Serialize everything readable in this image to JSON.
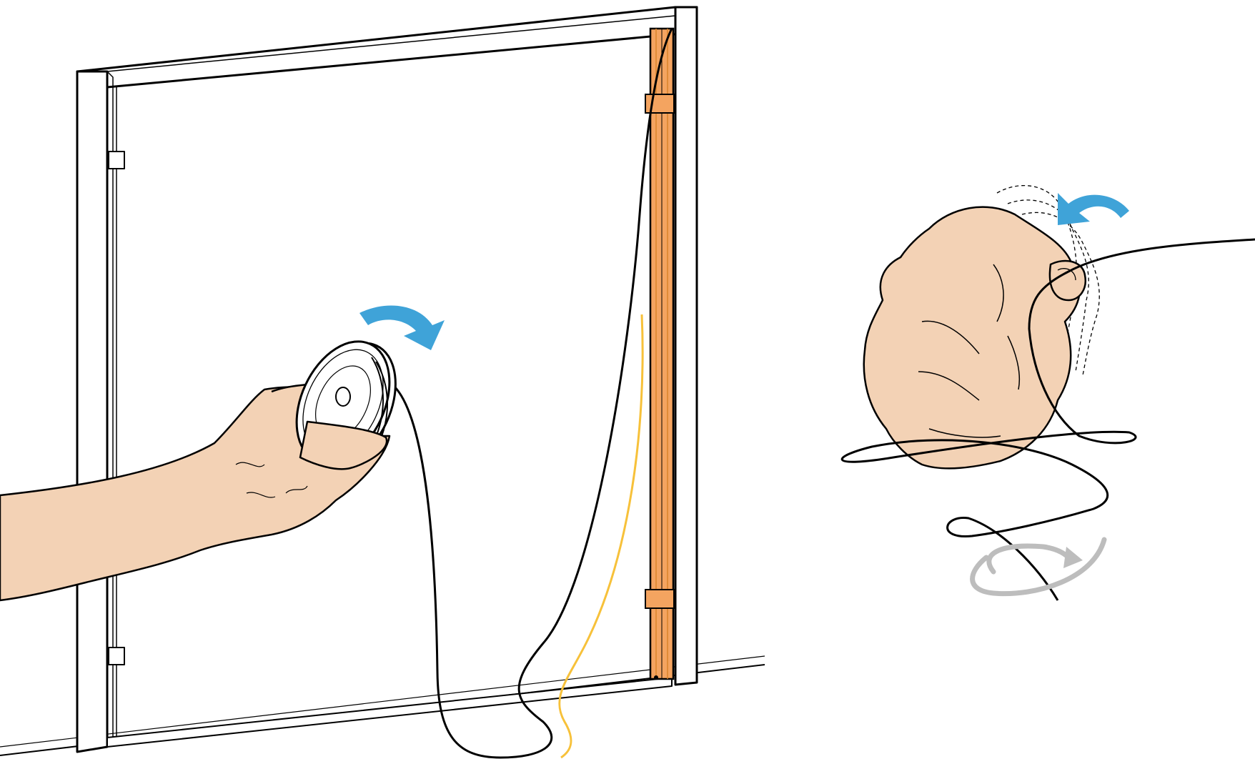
{
  "figure": {
    "panels": [
      {
        "id": "left",
        "shows": [
          "window-frame",
          "spring-bar-track-orange",
          "hand-holding-spool",
          "black-cord",
          "yellow-cord",
          "rotate-arrow-blue"
        ]
      },
      {
        "id": "right",
        "shows": [
          "fist-hand",
          "black-cord-loop",
          "rotate-arrow-blue",
          "twist-arrow-gray",
          "motion-lines-dashed"
        ]
      }
    ]
  },
  "colors": {
    "outline": "#000000",
    "frame_fill": "#ffffff",
    "skin": "#f3d2b5",
    "track_orange": "#f4a460",
    "track_stripe": "#d9842a",
    "cord_yellow": "#f7c13a",
    "arrow_blue": "#3fa3d8",
    "arrow_gray": "#bdbdbd",
    "spool": "#ffffff"
  },
  "icons": {
    "rotate_arrow_left": "curved-arrow-clockwise",
    "rotate_arrow_right": "curved-arrow-counterclockwise",
    "twist_arrow": "circular-arrow"
  }
}
